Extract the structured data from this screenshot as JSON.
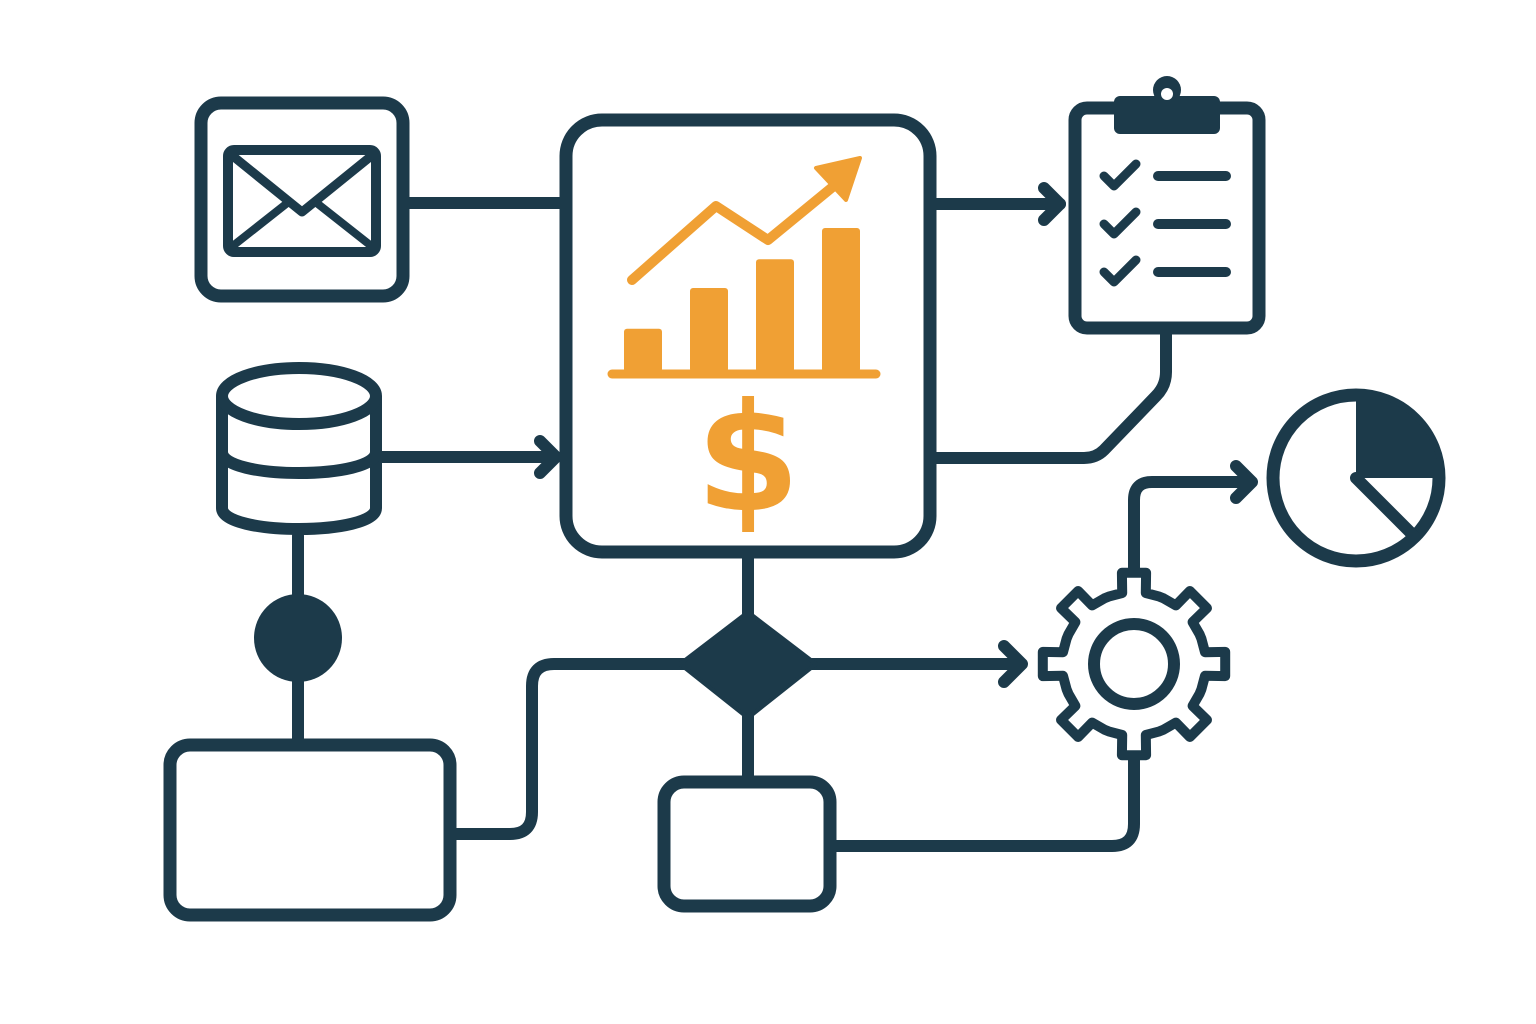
{
  "colors": {
    "ink": "#1c3a4a",
    "accent": "#f0a034",
    "background": "#ffffff"
  },
  "central": {
    "icon": "rising-chart-with-dollar-icon",
    "chart": {
      "bars": [
        0.18,
        0.35,
        0.47,
        0.6
      ],
      "trend": "up"
    },
    "symbol": "$"
  },
  "nodes": [
    {
      "id": "email",
      "icon": "envelope-icon"
    },
    {
      "id": "database",
      "icon": "database-icon"
    },
    {
      "id": "junction",
      "icon": "filled-circle-icon"
    },
    {
      "id": "process-left",
      "icon": "empty-box-icon"
    },
    {
      "id": "decision",
      "icon": "diamond-icon"
    },
    {
      "id": "process-bottom",
      "icon": "empty-box-icon"
    },
    {
      "id": "checklist",
      "icon": "clipboard-checklist-icon",
      "checked_items": 3
    },
    {
      "id": "settings",
      "icon": "gear-icon"
    },
    {
      "id": "report",
      "icon": "pie-chart-icon",
      "highlight_fraction": 0.25
    }
  ],
  "connections": [
    {
      "from": "email",
      "to": "central",
      "arrow": false
    },
    {
      "from": "database",
      "to": "central",
      "arrow": true
    },
    {
      "from": "central",
      "to": "checklist",
      "arrow": true
    },
    {
      "from": "checklist",
      "to": "central",
      "arrow": false
    },
    {
      "from": "database",
      "to": "junction",
      "arrow": false
    },
    {
      "from": "junction",
      "to": "process-left",
      "arrow": false
    },
    {
      "from": "central",
      "to": "decision",
      "arrow": false
    },
    {
      "from": "process-left",
      "to": "decision",
      "arrow": false
    },
    {
      "from": "decision",
      "to": "settings",
      "arrow": true
    },
    {
      "from": "decision",
      "to": "process-bottom",
      "arrow": false
    },
    {
      "from": "process-bottom",
      "to": "settings",
      "arrow": false
    },
    {
      "from": "settings",
      "to": "report",
      "arrow": true
    }
  ]
}
